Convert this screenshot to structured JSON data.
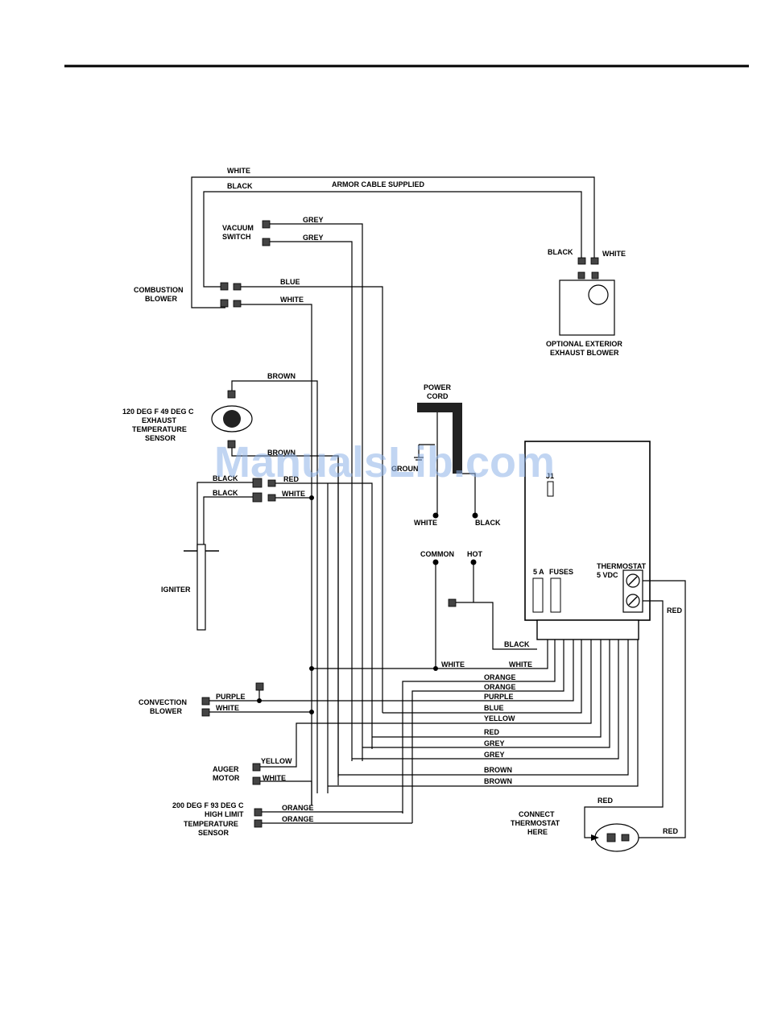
{
  "diagram": {
    "cable_label": "ARMOR CABLE SUPPLIED",
    "watermark": "ManualsLib.com",
    "components": {
      "vacuum_switch": [
        "VACUUM",
        "SWITCH"
      ],
      "combustion_blower": [
        "COMBUSTION",
        "BLOWER"
      ],
      "exhaust_sensor": [
        "120 DEG F 49 DEG C",
        "EXHAUST",
        "TEMPERATURE",
        "SENSOR"
      ],
      "igniter": "IGNITER",
      "convection_blower": [
        "CONVECTION",
        "BLOWER"
      ],
      "auger_motor": [
        "AUGER",
        "MOTOR"
      ],
      "high_limit_sensor": [
        "200 DEG F 93 DEG C",
        "HIGH LIMIT",
        "TEMPERATURE",
        "SENSOR"
      ],
      "optional_blower": [
        "OPTIONAL EXTERIOR",
        "EXHAUST BLOWER"
      ],
      "power_cord": [
        "POWER",
        "CORD"
      ],
      "ground": "GROUN",
      "common": "COMMON",
      "hot": "HOT",
      "j1": "J1",
      "fuse_5a": "5 A",
      "fuses": "FUSES",
      "thermostat": [
        "THERMOSTAT",
        "5 VDC"
      ],
      "connect_thermostat": [
        "CONNECT",
        "THERMOSTAT",
        "HERE"
      ]
    },
    "wires": {
      "white": "WHITE",
      "black": "BLACK",
      "grey": "GREY",
      "blue": "BLUE",
      "brown": "BROWN",
      "red": "RED",
      "purple": "PURPLE",
      "yellow": "YELLOW",
      "orange": "ORANGE"
    },
    "bundle_labels": [
      "ORANGE",
      "ORANGE",
      "PURPLE",
      "BLUE",
      "YELLOW",
      "RED",
      "GREY",
      "GREY",
      "BROWN",
      "BROWN"
    ]
  }
}
